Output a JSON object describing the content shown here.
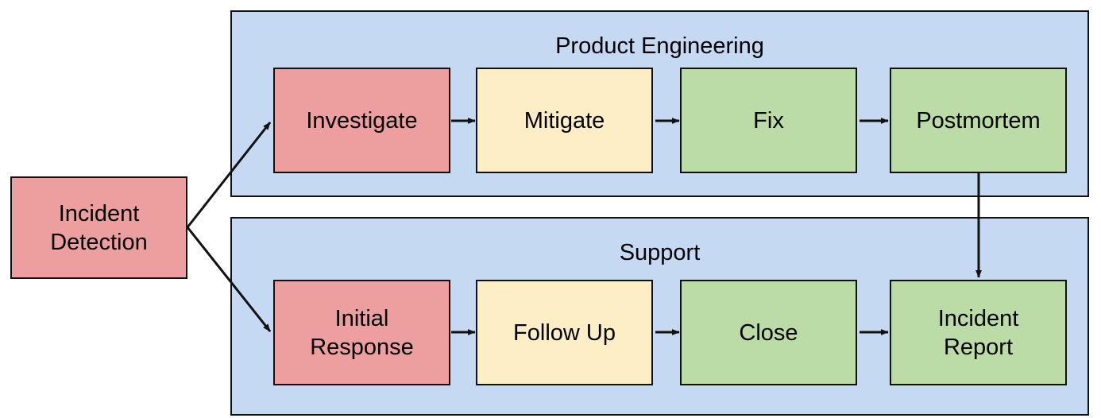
{
  "diagram": {
    "title_visible": false,
    "type": "flowchart-swimlane",
    "colors": {
      "lane_fill": "#c6d9f3",
      "stroke": "#111111",
      "node_red": "#ed9e9e",
      "node_yellow": "#fdeec6",
      "node_green": "#bcdca7",
      "canvas": "#ffffff"
    }
  },
  "nodes": {
    "incident_detection": {
      "label": "Incident\nDetection",
      "color": "red"
    },
    "investigate": {
      "label": "Investigate",
      "color": "red"
    },
    "mitigate": {
      "label": "Mitigate",
      "color": "yellow"
    },
    "fix": {
      "label": "Fix",
      "color": "green"
    },
    "postmortem": {
      "label": "Postmortem",
      "color": "green"
    },
    "initial_response": {
      "label": "Initial\nResponse",
      "color": "red"
    },
    "follow_up": {
      "label": "Follow Up",
      "color": "yellow"
    },
    "close": {
      "label": "Close",
      "color": "green"
    },
    "incident_report": {
      "label": "Incident\nReport",
      "color": "green"
    }
  },
  "lanes": [
    {
      "id": "product-engineering",
      "title": "Product Engineering"
    },
    {
      "id": "support",
      "title": "Support"
    }
  ],
  "edges": [
    {
      "from": "incident_detection",
      "to": "investigate",
      "label": ""
    },
    {
      "from": "incident_detection",
      "to": "initial_response",
      "label": ""
    },
    {
      "from": "investigate",
      "to": "mitigate",
      "label": ""
    },
    {
      "from": "mitigate",
      "to": "fix",
      "label": ""
    },
    {
      "from": "fix",
      "to": "postmortem",
      "label": ""
    },
    {
      "from": "postmortem",
      "to": "incident_report",
      "label": ""
    },
    {
      "from": "initial_response",
      "to": "follow_up",
      "label": ""
    },
    {
      "from": "follow_up",
      "to": "close",
      "label": ""
    },
    {
      "from": "close",
      "to": "incident_report",
      "label": ""
    }
  ]
}
